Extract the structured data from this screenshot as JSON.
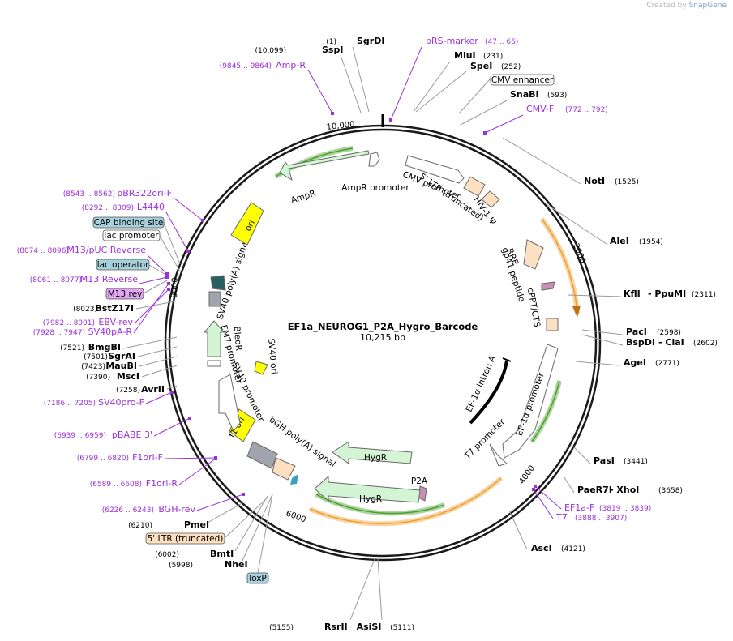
{
  "watermark": {
    "prefix": "Created by",
    "brand": "SnapGene"
  },
  "plasmid": {
    "name": "EF1a_NEUROG1_P2A_Hygro_Barcode",
    "size": "10,215 bp"
  },
  "ticks": [
    "10,000",
    "2000",
    "4000",
    "6000",
    "8000"
  ],
  "sites": [
    {
      "name": "SgrDI",
      "pos": "(1)"
    },
    {
      "name": "SspI",
      "pos": "(10,099)"
    },
    {
      "name": "MluI",
      "pos": "(231)"
    },
    {
      "name": "SpeI",
      "pos": "(252)"
    },
    {
      "name": "SnaBI",
      "pos": "(593)"
    },
    {
      "name": "NotI",
      "pos": "(1525)"
    },
    {
      "name": "AleI",
      "pos": "(1954)"
    },
    {
      "name": "KflI",
      "name2": "PpuMI",
      "pos": "(2311)"
    },
    {
      "name": "PacI",
      "pos": "(2598)"
    },
    {
      "name": "BspDI",
      "name2": "ClaI",
      "pos": "(2602)"
    },
    {
      "name": "AgeI",
      "pos": "(2771)"
    },
    {
      "name": "PasI",
      "pos": "(3441)"
    },
    {
      "name": "PaeR7I",
      "name2": "XhoI",
      "pos": "(3658)"
    },
    {
      "name": "AscI",
      "pos": "(4121)"
    },
    {
      "name": "AsiSI",
      "pos": "(5111)"
    },
    {
      "name": "RsrII",
      "pos": "(5155)"
    },
    {
      "name": "NheI",
      "pos": "(5998)"
    },
    {
      "name": "BmtI",
      "pos": "(6002)"
    },
    {
      "name": "PmeI",
      "pos": "(6210)"
    },
    {
      "name": "AvrII",
      "pos": "(7258)"
    },
    {
      "name": "MscI",
      "pos": "(7390)"
    },
    {
      "name": "MauBI",
      "pos": "(7423)"
    },
    {
      "name": "SgrAI",
      "pos": "(7501)"
    },
    {
      "name": "BmgBI",
      "pos": "(7521)"
    },
    {
      "name": "BstZ17I",
      "pos": "(8023)"
    }
  ],
  "primers": [
    {
      "name": "pRS-marker",
      "pos": "(47 .. 66)"
    },
    {
      "name": "Amp-R",
      "pos": "(9845 .. 9864)"
    },
    {
      "name": "CMV-F",
      "pos": "(772 .. 792)"
    },
    {
      "name": "pBR322ori-F",
      "pos": "(8543 .. 8562)"
    },
    {
      "name": "L4440",
      "pos": "(8292 .. 8309)"
    },
    {
      "name": "M13/pUC Reverse",
      "pos": "(8074 .. 8096)"
    },
    {
      "name": "M13 Reverse",
      "pos": "(8061 .. 8077)"
    },
    {
      "name": "EBV-rev",
      "pos": "(7982 .. 8001)"
    },
    {
      "name": "SV40pA-R",
      "pos": "(7928 .. 7947)"
    },
    {
      "name": "SV40pro-F",
      "pos": "(7186 .. 7205)"
    },
    {
      "name": "pBABE 3'",
      "pos": "(6939 .. 6959)"
    },
    {
      "name": "F1ori-F",
      "pos": "(6799 .. 6820)"
    },
    {
      "name": "F1ori-R",
      "pos": "(6589 .. 6608)"
    },
    {
      "name": "BGH-rev",
      "pos": "(6226 .. 6243)"
    },
    {
      "name": "EF1a-F",
      "pos": "(3819 .. 3839)"
    },
    {
      "name": "T7",
      "pos": "(3888 .. 3907)"
    }
  ],
  "boxes": [
    {
      "name": "CMV enhancer"
    },
    {
      "name": "CAP binding site"
    },
    {
      "name": "lac promoter"
    },
    {
      "name": "lac operator"
    },
    {
      "name": "M13 rev"
    },
    {
      "name": "5' LTR (truncated)"
    },
    {
      "name": "loxP"
    }
  ],
  "features": [
    {
      "name": "AmpR"
    },
    {
      "name": "AmpR promoter"
    },
    {
      "name": "CMV promoter"
    },
    {
      "name": "5' LTR (truncated)"
    },
    {
      "name": "HIV-1 Ψ"
    },
    {
      "name": "RRE"
    },
    {
      "name": "gp41 peptide"
    },
    {
      "name": "cPPT/CTS"
    },
    {
      "name": "EF-1α promoter"
    },
    {
      "name": "EF-1α intron A"
    },
    {
      "name": "T7 promoter"
    },
    {
      "name": "P2A"
    },
    {
      "name": "HygR"
    },
    {
      "name": "HygR"
    },
    {
      "name": "bGH poly(A) signal"
    },
    {
      "name": "f1 ori"
    },
    {
      "name": "SV40 promoter"
    },
    {
      "name": "EM7 promoter"
    },
    {
      "name": "BleoR"
    },
    {
      "name": "SV40 ori"
    },
    {
      "name": "SV40 poly(A) signal"
    },
    {
      "name": "ori"
    }
  ],
  "colors": {
    "primer": "#9b30d9",
    "orf": "#d3f5d3",
    "promoter": "#ffffff",
    "ori": "#ffff00",
    "ltr": "#fde0c2",
    "orange": "#f0a030",
    "green": "#4aa02a",
    "box_blue": "#a6d0db",
    "box_purple": "#e0a6f0"
  }
}
